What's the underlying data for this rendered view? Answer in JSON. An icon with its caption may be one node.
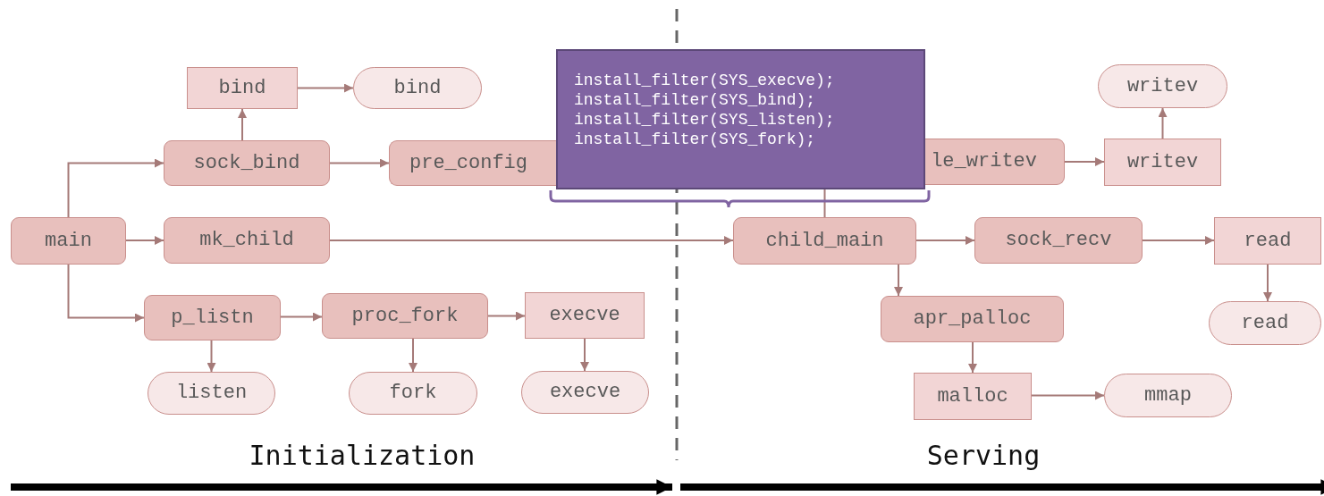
{
  "diagram": {
    "nodes": [
      {
        "text": [
          "main"
        ]
      },
      {
        "text": [
          "bind"
        ]
      },
      {
        "text": [
          "bind"
        ]
      },
      {
        "text": [
          "sock_bind"
        ]
      },
      {
        "text": [
          "pre_config"
        ]
      },
      {
        "text": [
          "install_filter(SYS_execve);",
          "install_filter(SYS_bind);",
          "install_filter(SYS_listen);",
          "install_filter(SYS_fork);"
        ]
      },
      {
        "text": [
          "le_writev"
        ]
      },
      {
        "text": [
          "writev"
        ]
      },
      {
        "text": [
          "writev"
        ]
      },
      {
        "text": [
          "mk_child"
        ]
      },
      {
        "text": [
          "child_main"
        ]
      },
      {
        "text": [
          "sock_recv"
        ]
      },
      {
        "text": [
          "read"
        ]
      },
      {
        "text": [
          "read"
        ]
      },
      {
        "text": [
          "p_listn"
        ]
      },
      {
        "text": [
          "proc_fork"
        ]
      },
      {
        "text": [
          "execve"
        ]
      },
      {
        "text": [
          "listen"
        ]
      },
      {
        "text": [
          "fork"
        ]
      },
      {
        "text": [
          "execve"
        ]
      },
      {
        "text": [
          "apr_palloc"
        ]
      },
      {
        "text": [
          "malloc"
        ]
      },
      {
        "text": [
          "mmap"
        ]
      }
    ],
    "edges": [
      {
        "from": 0,
        "to": 3,
        "arrow": "to"
      },
      {
        "from": 0,
        "to": 9,
        "arrow": "to"
      },
      {
        "from": 0,
        "to": 14,
        "arrow": "to"
      },
      {
        "from": 3,
        "to": 1,
        "arrow": "to"
      },
      {
        "from": 1,
        "to": 2,
        "arrow": "to"
      },
      {
        "from": 3,
        "to": 4,
        "arrow": "to"
      },
      {
        "from": 9,
        "to": 10,
        "arrow": "to"
      },
      {
        "from": 14,
        "to": 15,
        "arrow": "to"
      },
      {
        "from": 14,
        "to": 17,
        "arrow": "to"
      },
      {
        "from": 15,
        "to": 16,
        "arrow": "to"
      },
      {
        "from": 15,
        "to": 18,
        "arrow": "to"
      },
      {
        "from": 16,
        "to": 19,
        "arrow": "to"
      },
      {
        "from": 10,
        "to": 5,
        "arrow": "none"
      },
      {
        "from": 6,
        "to": 7,
        "arrow": "to"
      },
      {
        "from": 7,
        "to": 8,
        "arrow": "to"
      },
      {
        "from": 10,
        "to": 11,
        "arrow": "to"
      },
      {
        "from": 11,
        "to": 12,
        "arrow": "to"
      },
      {
        "from": 12,
        "to": 13,
        "arrow": "to"
      },
      {
        "from": 10,
        "to": 20,
        "arrow": "to"
      },
      {
        "from": 20,
        "to": 21,
        "arrow": "to"
      },
      {
        "from": 21,
        "to": 22,
        "arrow": "to"
      }
    ],
    "labels": [
      "Initialization",
      "Serving"
    ]
  }
}
